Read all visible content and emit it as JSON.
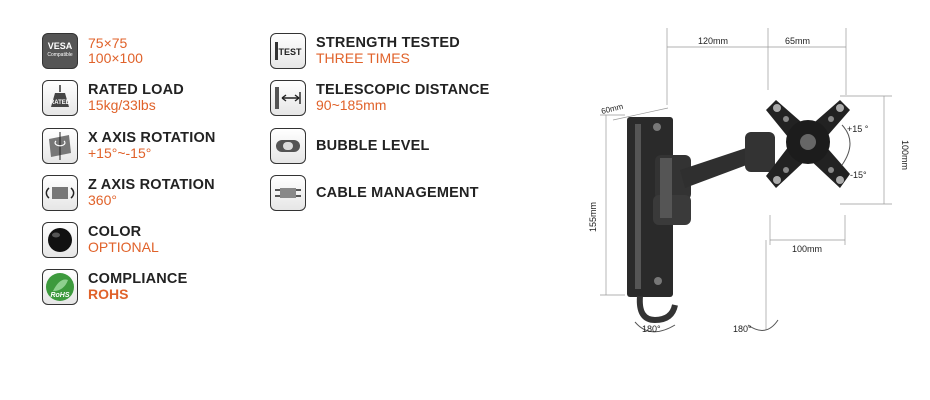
{
  "specs_left": [
    {
      "icon": "vesa-icon",
      "icon_text": "VESA",
      "icon_subtext": "Compatible",
      "line1": "75×75",
      "line2": "100×100"
    },
    {
      "icon": "rated-load-icon",
      "icon_text": "RATED",
      "line1": "RATED LOAD",
      "line2": "15kg/33lbs"
    },
    {
      "icon": "x-axis-rotation-icon",
      "line1": "X AXIS ROTATION",
      "line2": "+15°~-15°"
    },
    {
      "icon": "z-axis-rotation-icon",
      "line1": "Z AXIS ROTATION",
      "line2": "360°"
    },
    {
      "icon": "color-icon",
      "line1": "COLOR",
      "line2": "OPTIONAL"
    },
    {
      "icon": "compliance-rohs-icon",
      "icon_text": "RoHS",
      "line1": "COMPLIANCE",
      "line2": "ROHS"
    }
  ],
  "specs_right": [
    {
      "icon": "strength-test-icon",
      "icon_text": "TEST",
      "line1": "STRENGTH TESTED",
      "line2": "THREE TIMES"
    },
    {
      "icon": "telescopic-distance-icon",
      "line1": "TELESCOPIC DISTANCE",
      "line2": "90~185mm"
    },
    {
      "icon": "bubble-level-icon",
      "line1": "BUBBLE LEVEL",
      "line2": ""
    },
    {
      "icon": "cable-management-icon",
      "line1": "CABLE MANAGEMENT",
      "line2": ""
    }
  ],
  "diagram": {
    "dim_120": "120mm",
    "dim_65": "65mm",
    "dim_60": "60mm",
    "dim_155": "155mm",
    "dim_100_side": "100mm",
    "dim_100_bottom": "100mm",
    "tilt_plus": "+15 °",
    "tilt_minus": "-15°",
    "rot_left": "180°",
    "rot_right": "180°"
  },
  "colors": {
    "accent": "#e0622a",
    "heading": "#222222"
  }
}
